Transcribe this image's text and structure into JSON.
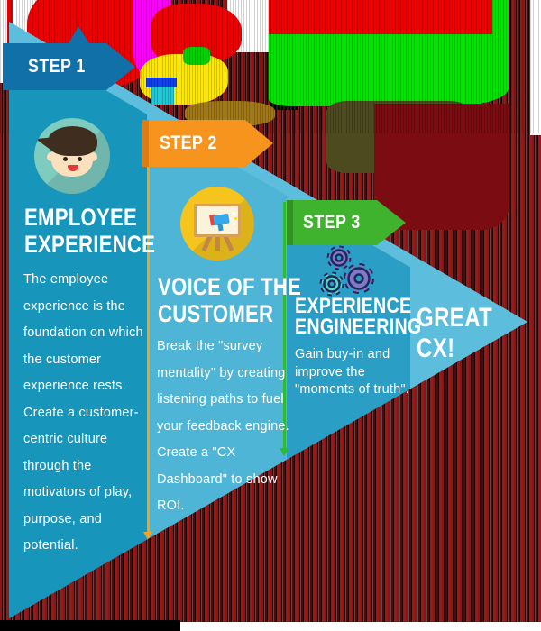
{
  "title": "Customer experience steps infographic",
  "steps": [
    {
      "banner_label": "STEP 1",
      "heading": "EMPLOYEE\nEXPERIENCE",
      "body": "The employee experience is the foundation on which the customer experience rests. Create a customer-centric culture through the motivators of play, purpose, and potential.",
      "icon": "boy-avatar-icon",
      "banner_color": "#1170A8",
      "column_color": "#1795BB"
    },
    {
      "banner_label": "STEP 2",
      "heading": "VOICE OF THE\nCUSTOMER",
      "body": "Break the \"survey mentality\" by creating listening paths to fuel your feedback engine. Create a \"CX Dashboard\" to show ROI.",
      "icon": "presentation-easel-icon",
      "banner_color": "#F7941E",
      "column_color": "#4EB5D6"
    },
    {
      "banner_label": "STEP 3",
      "heading": "EXPERIENCE\nENGINEERING",
      "body": "Gain buy-in and improve the \"moments of truth\".",
      "icon": "gears-icon",
      "banner_color": "#3FB32E",
      "column_color": "#2A9EC4"
    }
  ],
  "result": {
    "label": "GREAT CX!"
  },
  "colors": {
    "triangle_base": "#5CBDDC",
    "divider_1": "#F7A11B",
    "divider_2": "#2EBB2E",
    "avatar_circle": "#7ECBC0",
    "easel_circle": "#F6C51D",
    "gear_purple": "#8278CA",
    "gear_teal": "#58D8C8",
    "glitch_red": "#FF0000",
    "glitch_green": "#00E400",
    "glitch_magenta": "#FF00FF",
    "glitch_yellow": "#FFE800",
    "glitch_maroon": "#7A0C12"
  }
}
